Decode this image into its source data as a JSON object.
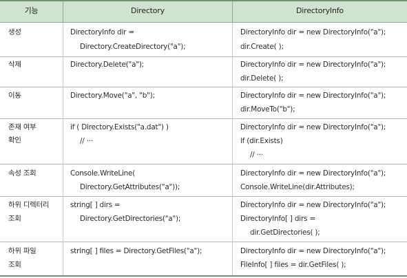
{
  "headers": {
    "feature": "기능",
    "directory": "Directory",
    "directoryinfo": "DirectoryInfo"
  },
  "rows": [
    {
      "feature": [
        "생성"
      ],
      "directory": [
        "DirectoryInfo dir =",
        "Directory.CreateDirectory(\"a\");"
      ],
      "directoryinfo": [
        "DirectoryInfo dir = new DirectoryInfo(\"a\");",
        "dir.Create( );"
      ]
    },
    {
      "feature": [
        "삭제"
      ],
      "directory": [
        "Directory.Delete(\"a\");"
      ],
      "directoryinfo": [
        "DirectoryInfo dir = new DirectoryInfo(\"a\");",
        "dir.Delete( );"
      ]
    },
    {
      "feature": [
        "이동"
      ],
      "directory": [
        "Directory.Move(\"a\", \"b\");"
      ],
      "directoryinfo": [
        "DirectoryInfo dir = new DirectoryInfo(\"a\");",
        "dir.MoveTo(\"b\");"
      ]
    },
    {
      "feature": [
        "존재 여부",
        "확인"
      ],
      "directory": [
        "if ( Directory.Exists(\"a.dat\") )",
        "// ···"
      ],
      "directoryinfo": [
        "DirectoryInfo dir = new DirectoryInfo(\"a\");",
        "if (dir.Exists)",
        "// ···"
      ]
    },
    {
      "feature": [
        "속성 조회"
      ],
      "directory": [
        "Console.WriteLine(",
        "Directory.GetAttributes(\"a\"));"
      ],
      "directoryinfo": [
        "DirectoryInfo dir = new DirectoryInfo(\"a\");",
        "Console.WriteLine(dir.Attributes);"
      ]
    },
    {
      "feature": [
        "하위 디렉터리",
        "조회"
      ],
      "directory": [
        "string[ ] dirs =",
        "Directory.GetDirectories(\"a\");"
      ],
      "directoryinfo": [
        "DirectoryInfo dir = new DirectoryInfo(\"a\");",
        "DirectoryInfo[ ] dirs =",
        "dir.GetDirectories( );"
      ]
    },
    {
      "feature": [
        "하위 파일",
        "조회"
      ],
      "directory": [
        "string[ ] files = Directory.GetFiles(\"a\");"
      ],
      "directoryinfo": [
        "DirectoryInfo dir = new DirectoryInfo(\"a\");",
        "FileInfo[ ] files = dir.GetFiles( );"
      ]
    }
  ]
}
